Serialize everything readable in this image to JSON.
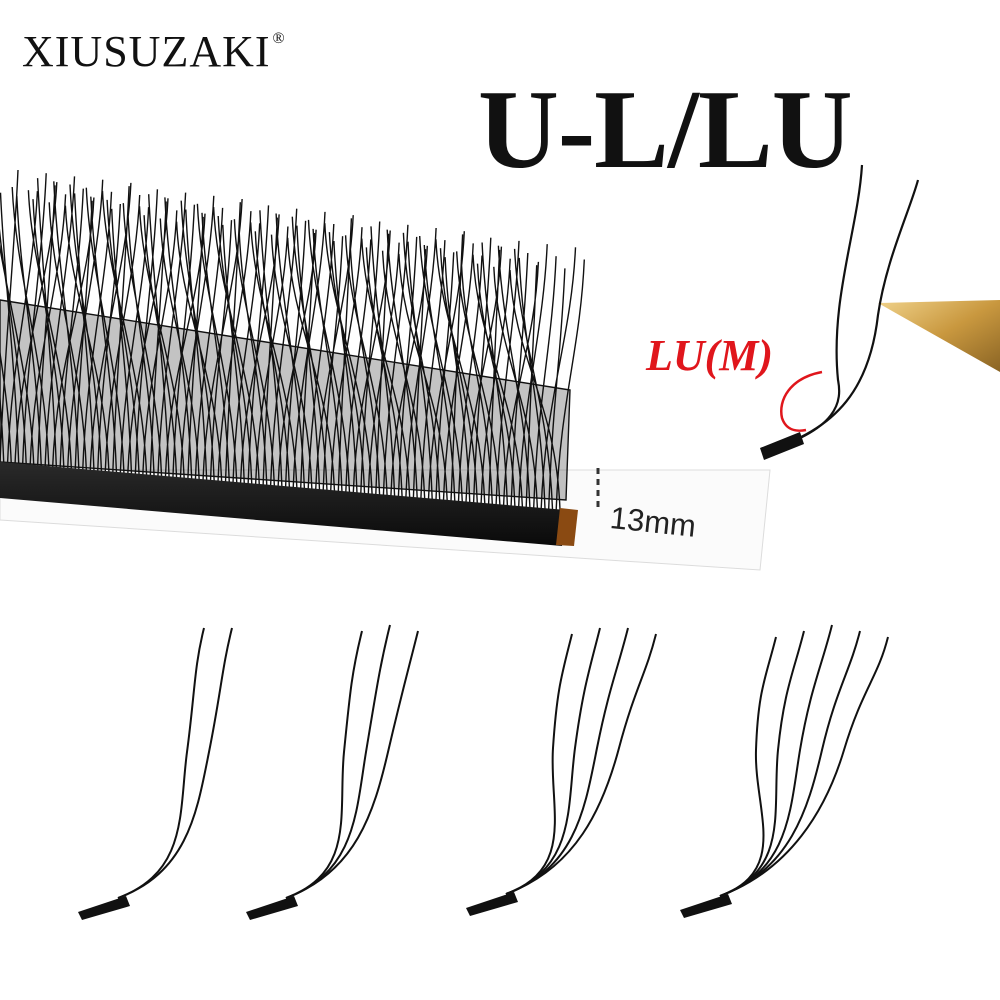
{
  "brand": {
    "name": "XIUSUZAKI",
    "mark": "®"
  },
  "product": {
    "curl_title": "U-L/LU",
    "curl_label": "LU(M)",
    "length_label": "13mm"
  },
  "colors": {
    "lash": "#111111",
    "accent_red": "#e0161c",
    "tweezer_gold": "#c9a04a"
  },
  "fan_samples": [
    {
      "label": "",
      "strands": 2
    },
    {
      "label": "",
      "strands": 3
    },
    {
      "label": "",
      "strands": 4
    },
    {
      "label": "",
      "strands": 5
    }
  ]
}
